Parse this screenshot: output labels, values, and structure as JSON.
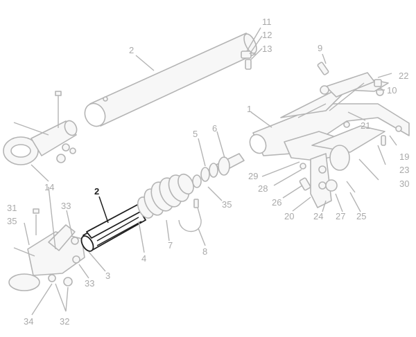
{
  "colors": {
    "line": "#b4b4b4",
    "label": "#a9a9a9",
    "highlight": "#1e1e1e",
    "background": "#ffffff"
  },
  "diagram": {
    "highlighted_part": "2",
    "labels": {
      "l1": "1",
      "l2_top": "2",
      "l2_hl": "2",
      "l3": "3",
      "l4": "4",
      "l5": "5",
      "l6": "6",
      "l7": "7",
      "l8": "8",
      "l9": "9",
      "l10": "10",
      "l11": "11",
      "l12": "12",
      "l13": "13",
      "l14": "14",
      "l19": "19",
      "l20": "20",
      "l21": "21",
      "l22": "22",
      "l23": "23",
      "l24": "24",
      "l25": "25",
      "l26": "26",
      "l27": "27",
      "l28": "28",
      "l29": "29",
      "l30": "30",
      "l31": "31",
      "l32": "32",
      "l33a": "33",
      "l33b": "33",
      "l34": "34",
      "l35a": "35",
      "l35b": "35"
    }
  }
}
